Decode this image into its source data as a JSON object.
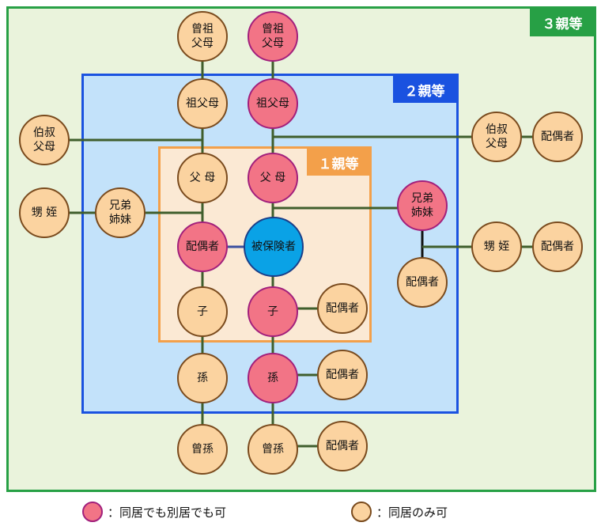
{
  "degrees": {
    "third": "３親等",
    "second": "２親等",
    "first": "１親等"
  },
  "nodes": {
    "great_grandparents_a": "曾祖\n父母",
    "great_grandparents_b": "曾祖\n父母",
    "grandparents_a": "祖父母",
    "grandparents_b": "祖父母",
    "aunt_uncle_left": "伯叔\n父母",
    "parents_a": "父 母",
    "parents_b": "父 母",
    "siblings_left": "兄弟\n姉妹",
    "nephew_niece_left": "甥 姪",
    "spouse_insured": "配偶者",
    "insured": "被保険者",
    "siblings_right": "兄弟\n姉妹",
    "siblings_right_spouse": "配偶者",
    "aunt_uncle_right": "伯叔\n父母",
    "aunt_uncle_right_spouse": "配偶者",
    "nephew_niece_right": "甥 姪",
    "nephew_niece_right_spouse": "配偶者",
    "child_a": "子",
    "child_b": "子",
    "child_spouse": "配偶者",
    "grandchild_a": "孫",
    "grandchild_b": "孫",
    "grandchild_spouse": "配偶者",
    "great_grandchild_a": "曾孫",
    "great_grandchild_b": "曾孫",
    "great_grandchild_spouse": "配偶者"
  },
  "legend": {
    "both_label": "：同居でも別居でも可",
    "cohabit_label": "：同居のみ可"
  },
  "colors": {
    "third_degree": "#27a045",
    "second_degree": "#1a52e0",
    "first_degree": "#f3a04a",
    "cohabit_only_fill": "#fbd3a0",
    "cohabit_or_separate_fill": "#f27486",
    "insured_fill": "#0aa2e6"
  }
}
